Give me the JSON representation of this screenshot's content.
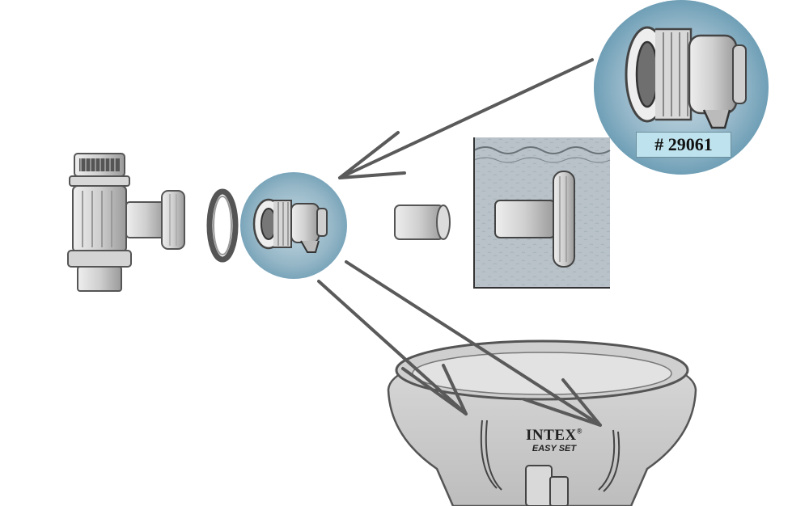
{
  "callout": {
    "part_number": "# 29061"
  },
  "pool": {
    "brand": "INTEX",
    "brand_tm": "®",
    "model": "EASY SET"
  },
  "colors": {
    "callout_fill": "#6f9fb6",
    "label_fill": "#bfe3ee",
    "arrow": "#5a5a5a",
    "line": "#444444"
  },
  "icons": [
    "filter-pump-icon",
    "o-ring-icon",
    "adapter-fitting-icon",
    "sleeve-icon",
    "wall-fitting-icon",
    "pool-icon",
    "arrow-icon"
  ]
}
